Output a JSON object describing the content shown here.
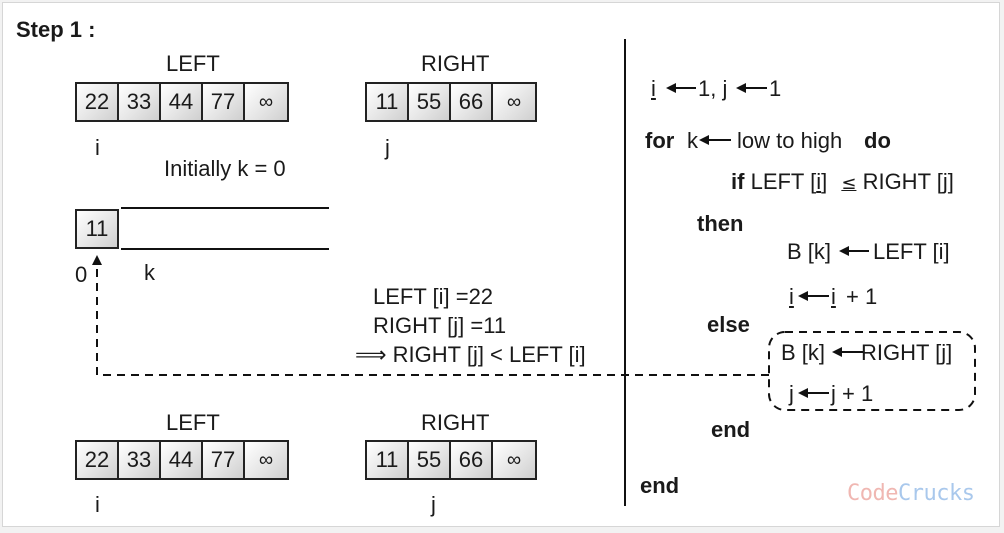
{
  "step_title": "Step 1 :",
  "top": {
    "left_label": "LEFT",
    "right_label": "RIGHT",
    "left_values": [
      "22",
      "33",
      "44",
      "77",
      "∞"
    ],
    "right_values": [
      "11",
      "55",
      "66",
      "∞"
    ],
    "i_marker": "i",
    "j_marker": "j",
    "initial_note": "Initially k = 0"
  },
  "output": {
    "first_value": "11",
    "index_label": "0",
    "k_label": "k"
  },
  "comparison": {
    "line1": "LEFT [i] =22",
    "line2": "RIGHT [j] =11",
    "implies": "⟹",
    "line3": "RIGHT [j] < LEFT [i]"
  },
  "bottom": {
    "left_label": "LEFT",
    "right_label": "RIGHT",
    "left_values": [
      "22",
      "33",
      "44",
      "77",
      "∞"
    ],
    "right_values": [
      "11",
      "55",
      "66",
      "∞"
    ],
    "i_marker": "i",
    "j_marker": "j"
  },
  "pseudocode": {
    "init_i": "i",
    "init_rest": "1, j",
    "init_end": "1",
    "for_kw": "for",
    "for_var": "k",
    "for_range": "low to high",
    "do_kw": "do",
    "if_kw": "if",
    "if_left": "LEFT [",
    "if_i": "i",
    "if_close": "]",
    "le": "≤",
    "if_right": "RIGHT [j]",
    "then_kw": "then",
    "assign_b_left_pre": "B [k]",
    "assign_b_left_post": "LEFT [i]",
    "inc_i_lhs": "i",
    "inc_i_rhs": "i",
    "plus_one": "+ 1",
    "else_kw": "else",
    "assign_b_right_pre": "B [k]",
    "assign_b_right_post": "RIGHT [j]",
    "inc_j_lhs": "j",
    "inc_j_rhs": "j + 1",
    "end_inner": "end",
    "end_outer": "end"
  },
  "watermark": {
    "part1": "Code",
    "part2": "Crucks"
  }
}
